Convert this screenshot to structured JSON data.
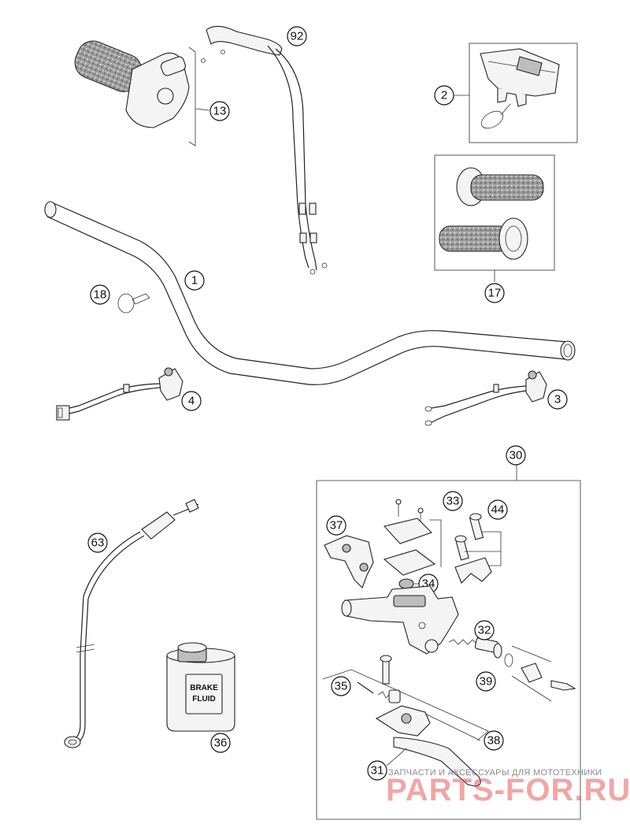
{
  "diagram": {
    "part_numbers": {
      "handlebar": "1",
      "grip_guard": "2",
      "right_switch": "3",
      "left_switch": "4",
      "throttle": "13",
      "grips": "17",
      "cable_tie": "18",
      "brake_master_assembly": "30",
      "lever": "31",
      "piston_kit": "32",
      "reservoir_cover": "33",
      "reservoir_seal": "34",
      "pin": "35",
      "brake_fluid": "36",
      "lever_guard": "37",
      "lever_adjuster": "38",
      "boot_plunger": "39",
      "clamp": "44",
      "brake_hose": "63",
      "throttle_cables": "92"
    },
    "brake_fluid_label_line1": "BRAKE",
    "brake_fluid_label_line2": "FLUID"
  },
  "watermark": {
    "subtitle": "ЗАПЧАСТИ И АКСЕССУАРЫ ДЛЯ МОТОТЕХНИКИ",
    "brand": "PARTS-FOR.RU"
  }
}
